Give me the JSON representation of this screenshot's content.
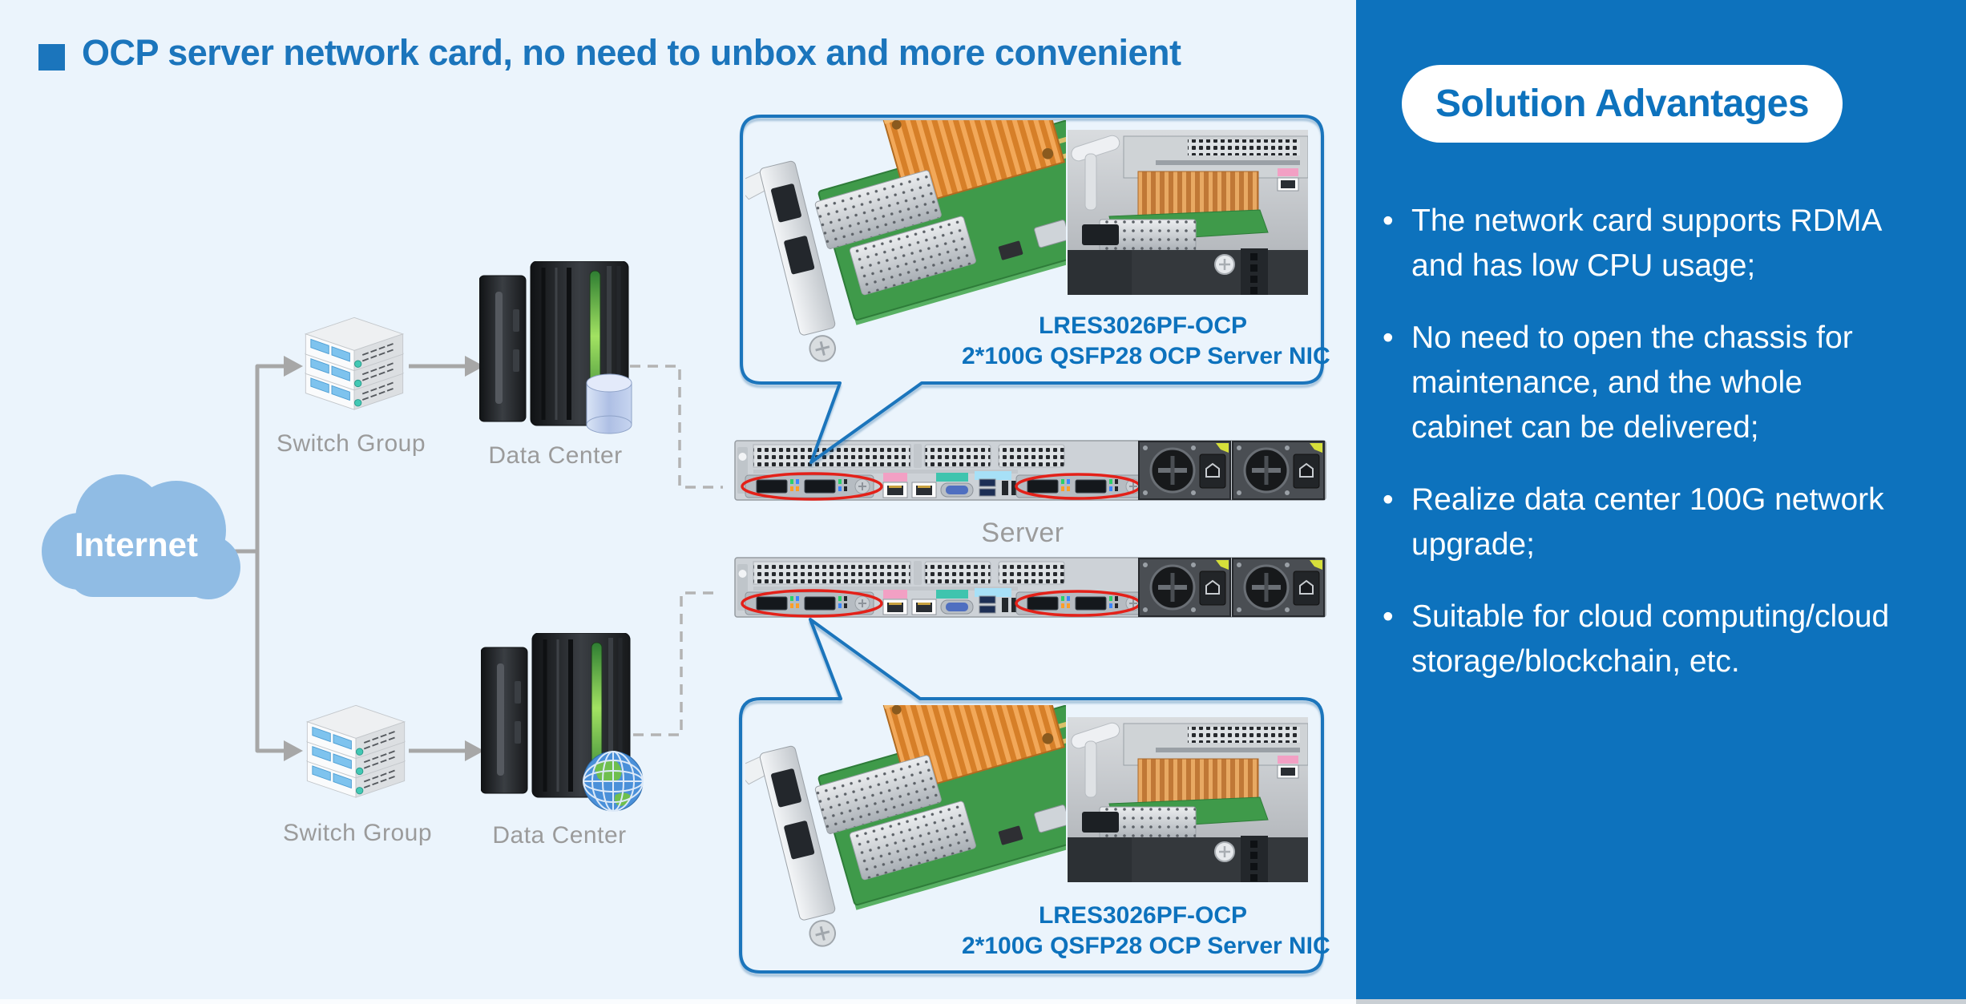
{
  "header": {
    "title": "OCP server network card, no need to unbox and more convenient"
  },
  "diagram": {
    "internet_label": "Internet",
    "switch_group_top_label": "Switch Group",
    "switch_group_bottom_label": "Switch Group",
    "data_center_top_label": "Data Center",
    "data_center_bottom_label": "Data Center",
    "server_label": "Server",
    "nic_top": {
      "model": "LRES3026PF-OCP",
      "desc": "2*100G QSFP28 OCP Server NIC"
    },
    "nic_bottom": {
      "model": "LRES3026PF-OCP",
      "desc": "2*100G QSFP28 OCP Server NIC"
    }
  },
  "panel": {
    "heading": "Solution Advantages",
    "bullet_glyph": "•",
    "bullets": [
      {
        "text": "The network card supports RDMA\nand has low CPU usage;"
      },
      {
        "text": "No need to open the chassis for\nmaintenance, and the whole\ncabinet can be delivered;"
      },
      {
        "text": "Realize data center 100G network\nupgrade;"
      },
      {
        "text": "Suitable for cloud computing/cloud\nstorage/blockchain, etc."
      }
    ]
  },
  "colors": {
    "accent": "#1b75bc",
    "panel": "#0d72bd",
    "bg": "#ebf4fc",
    "gray": "#9b9b9b",
    "red": "#e32119",
    "cloud": "#90bce4"
  }
}
